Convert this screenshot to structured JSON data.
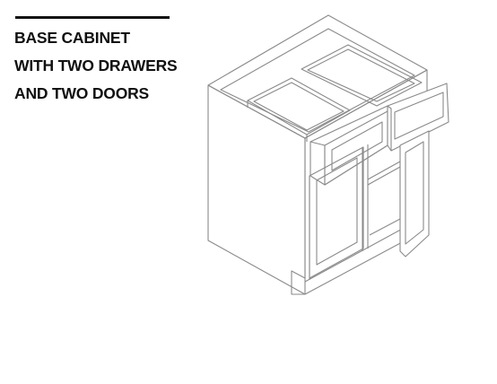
{
  "title": {
    "lines": [
      "BASE CABINET",
      "WITH TWO DRAWERS",
      "AND TWO DOORS"
    ]
  },
  "illustration": {
    "icon": "base-cabinet-drawing"
  }
}
